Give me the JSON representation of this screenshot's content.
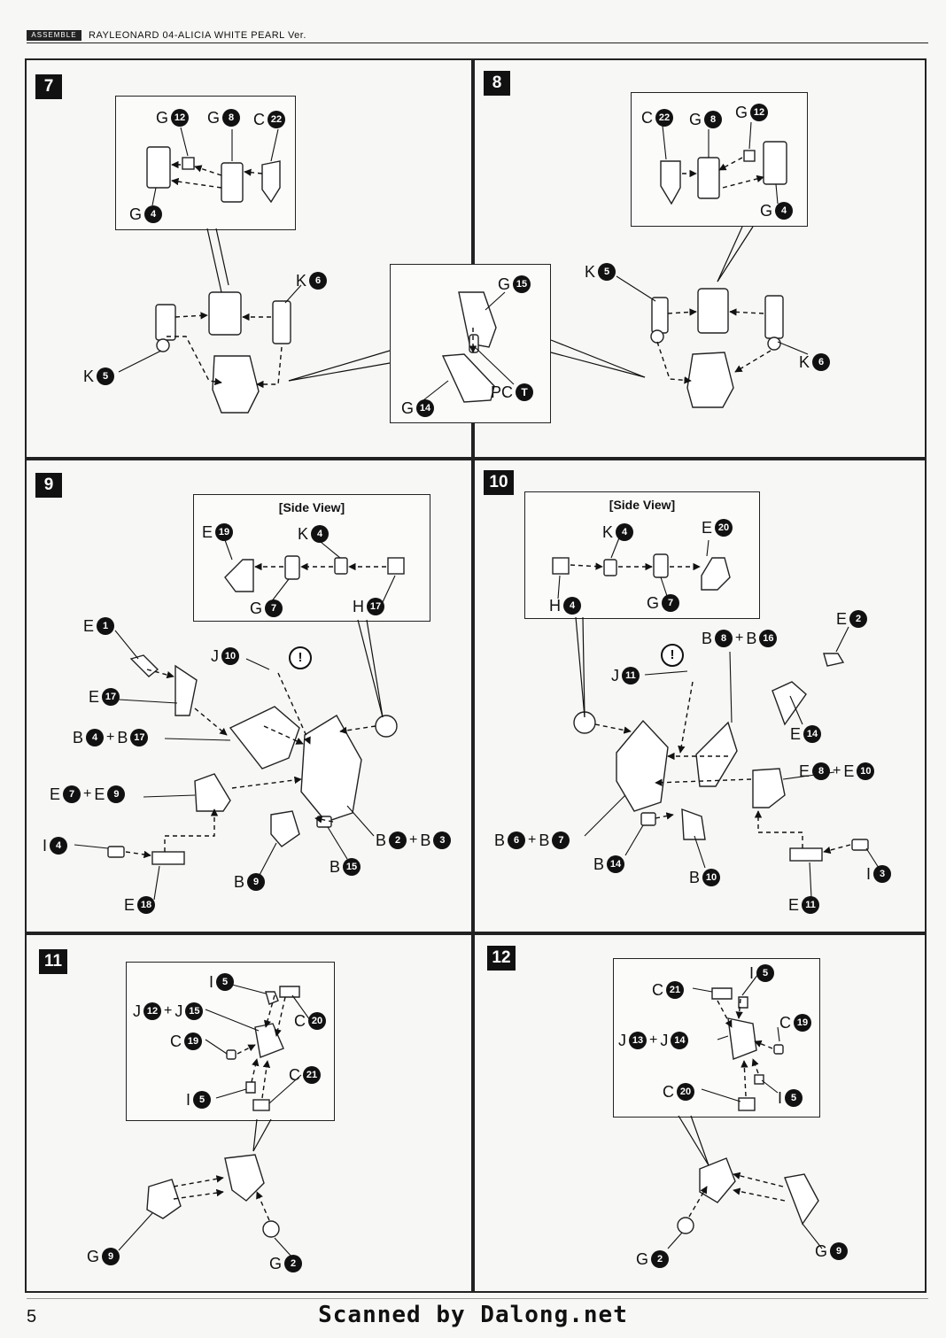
{
  "header": {
    "tag": "ASSEMBLE",
    "title": "RAYLEONARD 04-ALICIA WHITE PEARL Ver."
  },
  "steps": {
    "s7": {
      "no": "7"
    },
    "s8": {
      "no": "8"
    },
    "s9": {
      "no": "9",
      "inset_title": "[Side View]"
    },
    "s10": {
      "no": "10",
      "inset_title": "[Side View]"
    },
    "s11": {
      "no": "11"
    },
    "s12": {
      "no": "12"
    }
  },
  "warning_mark": "!",
  "page_number": "5",
  "footer": "Scanned by Dalong.net"
}
